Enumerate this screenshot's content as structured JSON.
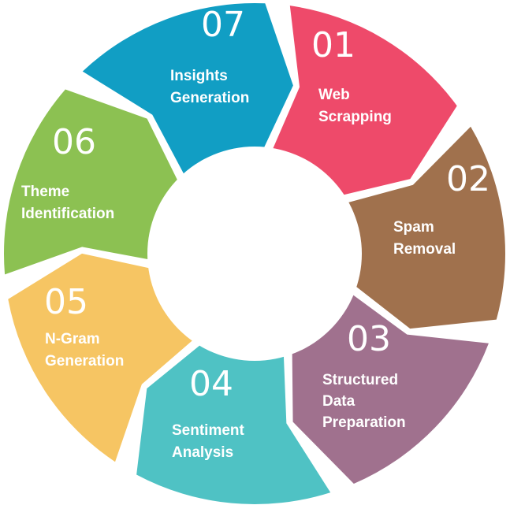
{
  "steps": [
    {
      "number": "01",
      "lines": [
        "Web",
        "Scrapping"
      ],
      "color": "#EE4A6A"
    },
    {
      "number": "02",
      "lines": [
        "Spam",
        "Removal"
      ],
      "color": "#A0714D"
    },
    {
      "number": "03",
      "lines": [
        "Structured",
        "Data",
        "Preparation"
      ],
      "color": "#A0718E"
    },
    {
      "number": "04",
      "lines": [
        "Sentiment",
        "Analysis"
      ],
      "color": "#4FC2C4"
    },
    {
      "number": "05",
      "lines": [
        "N-Gram",
        "Generation"
      ],
      "color": "#F6C563"
    },
    {
      "number": "06",
      "lines": [
        "Theme",
        "Identification"
      ],
      "color": "#8CC152"
    },
    {
      "number": "07",
      "lines": [
        "Insights",
        "Generation"
      ],
      "color": "#119EC4"
    }
  ],
  "center_color": "#ffffff"
}
